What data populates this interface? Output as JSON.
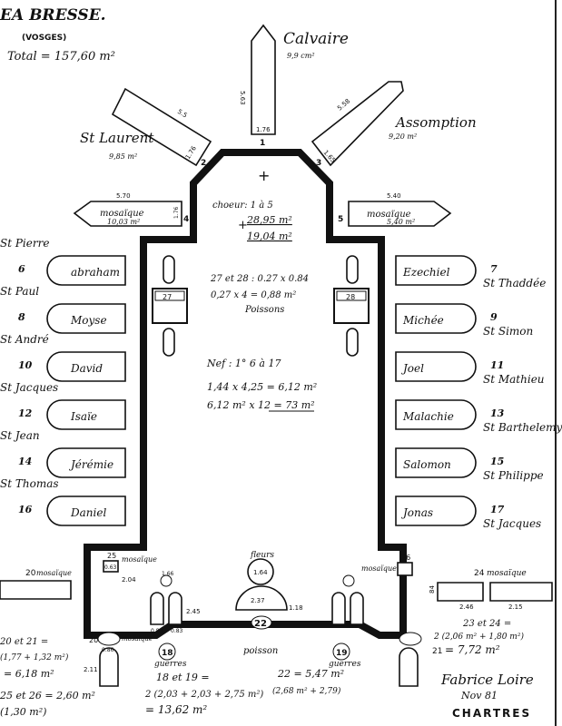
{
  "header": {
    "title": "EA BRESSE.",
    "subtitle": "(VOSGES)",
    "total": "Total = 157,60 m²"
  },
  "top": {
    "calvaire": {
      "label": "Calvaire",
      "area": "9,9 cm²",
      "h": "5.63",
      "w": "1.76",
      "num": "1"
    },
    "laurent": {
      "label": "St Laurent",
      "area": "9,85 m²",
      "h": "5.5",
      "w": "1.76",
      "num": "2"
    },
    "assomption": {
      "label": "Assomption",
      "area": "9,20 m²",
      "h": "5.58",
      "w": "1.65",
      "num": "3"
    },
    "mosaic4": {
      "text": "mosaïque",
      "area": "10,03 m²",
      "w": "5.70",
      "h": "1.76",
      "num": "4"
    },
    "mosaic5": {
      "text": "mosaïque",
      "area": "5,40 m²",
      "w": "5.40",
      "num": "5"
    }
  },
  "choeur": {
    "l1": "choeur: 1 à 5",
    "l2": "28,95 m²",
    "l3": "19,04 m²",
    "plus": "+"
  },
  "poissons": {
    "l1": "27 et 28 : 0.27 x 0.84",
    "l2": "0,27 x 4 = 0,88 m²",
    "l3": "Poissons",
    "n27": "27",
    "n28": "28"
  },
  "nef": {
    "l1": "Nef : 1° 6 à 17",
    "l2": "1,44 x 4,25 = 6,12 m²",
    "l3": "6,12 m² x 12 = 73 m²"
  },
  "left_windows": [
    {
      "num": "6",
      "saint": "St Pierre",
      "label": "abraham"
    },
    {
      "num": "8",
      "saint": "St Paul",
      "label": "Moyse"
    },
    {
      "num": "10",
      "saint": "St André",
      "label": "David"
    },
    {
      "num": "12",
      "saint": "St Jacques",
      "label": "Isaïe"
    },
    {
      "num": "14",
      "saint": "St Jean",
      "label": "Jérémie"
    },
    {
      "num": "16",
      "saint": "St Thomas",
      "label": "Daniel"
    }
  ],
  "right_windows": [
    {
      "num": "7",
      "saint": "St Thaddée",
      "label": "Ezechiel"
    },
    {
      "num": "9",
      "saint": "St Simon",
      "label": "Michée"
    },
    {
      "num": "11",
      "saint": "St Mathieu",
      "label": "Joel"
    },
    {
      "num": "13",
      "saint": "St Barthelemy",
      "label": "Malachie"
    },
    {
      "num": "15",
      "saint": "St Philippe",
      "label": "Salomon"
    },
    {
      "num": "17",
      "saint": "St Jacques",
      "label": "Jonas"
    }
  ],
  "bottom": {
    "fleurs": "fleurs",
    "fleurs_area": "1.64",
    "n20": "20",
    "mos20": "mosaïque",
    "n24": "24",
    "mos24": "mosaïque",
    "n25": "25",
    "n25b": "0.63",
    "mos25": "mosaïque",
    "v204": "2.04",
    "n26": "26",
    "mos26": "mosaïque",
    "v84": "84",
    "v246": "2.46",
    "v215": "2.15",
    "n22": "22",
    "v237": "2.37",
    "v118": "1.18",
    "v166": "1.66",
    "v245": "2.45",
    "v083a": "0.83",
    "v083b": "0.83",
    "poisson": "poisson",
    "n18": "18",
    "n19": "19",
    "g18": "guerres",
    "g19": "guerres",
    "n20b": "20",
    "n21": "21",
    "mos21": "mosaïque",
    "v211": "2.11",
    "v086": "0.86",
    "calc2021a": "20 et 21 =",
    "calc2021b": "(1,77 + 1,32 m²)",
    "calc2021c": "= 6,18 m²",
    "calc2526a": "25 et 26 = 2,60 m²",
    "calc2526b": "(1,30 m²)",
    "calc1819a": "18 et 19 =",
    "calc1819b": "2 (2,03 + 2,03 + 2,75 m²)",
    "calc1819c": "= 13,62 m²",
    "calc22a": "22 = 5,47 m²",
    "calc22b": "(2,68 m² + 2,79)",
    "calc2324a": "23 et 24 =",
    "calc2324b": "2 (2,06 m² + 1,80 m²)",
    "calc2324c": "= 7,72 m²",
    "sig1": "Fabrice Loire",
    "sig2": "Nov 81",
    "sig3": "CHARTRES"
  }
}
